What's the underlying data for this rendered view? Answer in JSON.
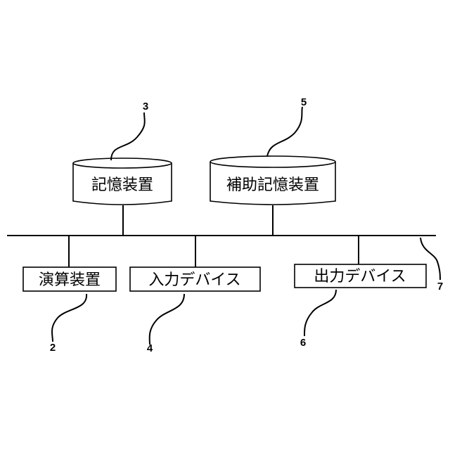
{
  "nodes": {
    "memory": {
      "label": "記憶装置",
      "ref": "3"
    },
    "auxiliary_memory": {
      "label": "補助記憶装置",
      "ref": "5"
    },
    "arithmetic_unit": {
      "label": "演算装置",
      "ref": "2"
    },
    "input_device": {
      "label": "入力デバイス",
      "ref": "4"
    },
    "output_device": {
      "label": "出力デバイス",
      "ref": "6"
    }
  },
  "bus": {
    "ref": "7"
  }
}
